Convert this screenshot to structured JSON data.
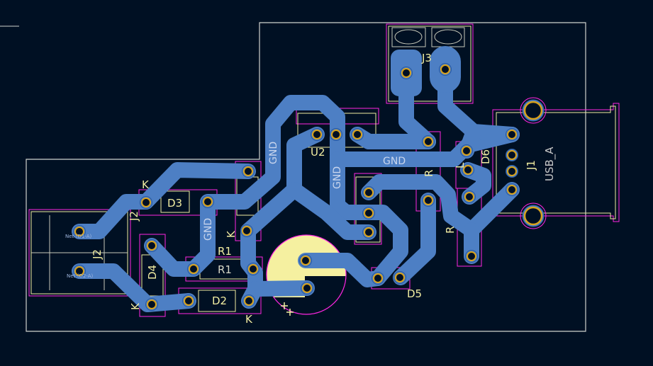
{
  "colors": {
    "background": "#001023",
    "track": "#4d7fc4",
    "edge": "#d0d2cd",
    "courtyard": "#ff26e2",
    "silkscreen": "#f2eda1",
    "pad": "#d8a21c"
  },
  "labels": {
    "j2_a": "J2",
    "j2_b": "J2",
    "d3": "D3",
    "d4": "D4",
    "d2": "D2",
    "d5": "D5",
    "d6": "D6",
    "r1_a": "R1",
    "r1_b": "R1",
    "u2": "U2",
    "j3": "J3",
    "j1": "J1",
    "usb": "USB_A",
    "k1": "K",
    "k2": "K",
    "k3": "K",
    "k4": "K",
    "r_part": "R",
    "l_part": "L",
    "r_part2": "R"
  },
  "nets": {
    "gnd1": "GND",
    "gnd2": "GND",
    "gnd3": "GND",
    "gnd4": "GND",
    "net_a": "Net-(D1-A)",
    "net_b": "Net-(D2-A)"
  }
}
